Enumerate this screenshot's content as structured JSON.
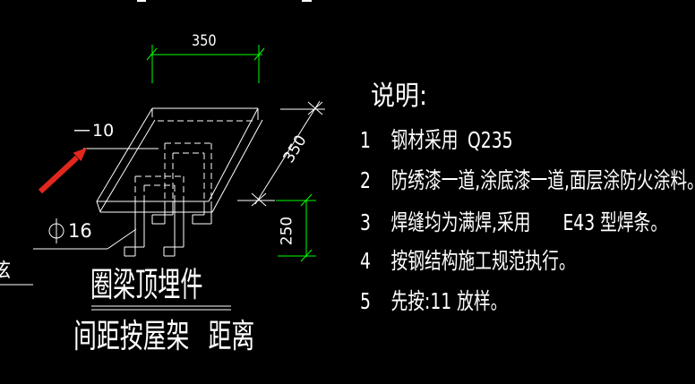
{
  "colors": {
    "background": "#000000",
    "line": "#ffffff",
    "dimension_line": "#00ff00",
    "arrow": "#e2271e"
  },
  "drawing": {
    "dims": {
      "top_width": "350",
      "diagonal_depth": "350",
      "side_height": "250"
    },
    "thickness_dash": "—",
    "thickness_value": "10",
    "anchor_diameter_value": "16",
    "edge_clipped_char": "弦",
    "title": "圈梁顶埋件",
    "subtitle_parts": [
      "间距按屋架",
      "距离"
    ]
  },
  "notes": {
    "heading": "说明:",
    "items": [
      {
        "num": "1",
        "parts": [
          "钢材采用",
          "Q235"
        ]
      },
      {
        "num": "2",
        "parts": [
          "防绣漆一道,涂底漆一道,面层涂防火涂料。"
        ]
      },
      {
        "num": "3",
        "parts": [
          "焊缝均为满焊,采用",
          "E43 型焊条。"
        ]
      },
      {
        "num": "4",
        "parts": [
          "按钢结构施工规范执行。"
        ]
      },
      {
        "num": "5",
        "parts": [
          "先按:11 放样。"
        ]
      }
    ]
  }
}
